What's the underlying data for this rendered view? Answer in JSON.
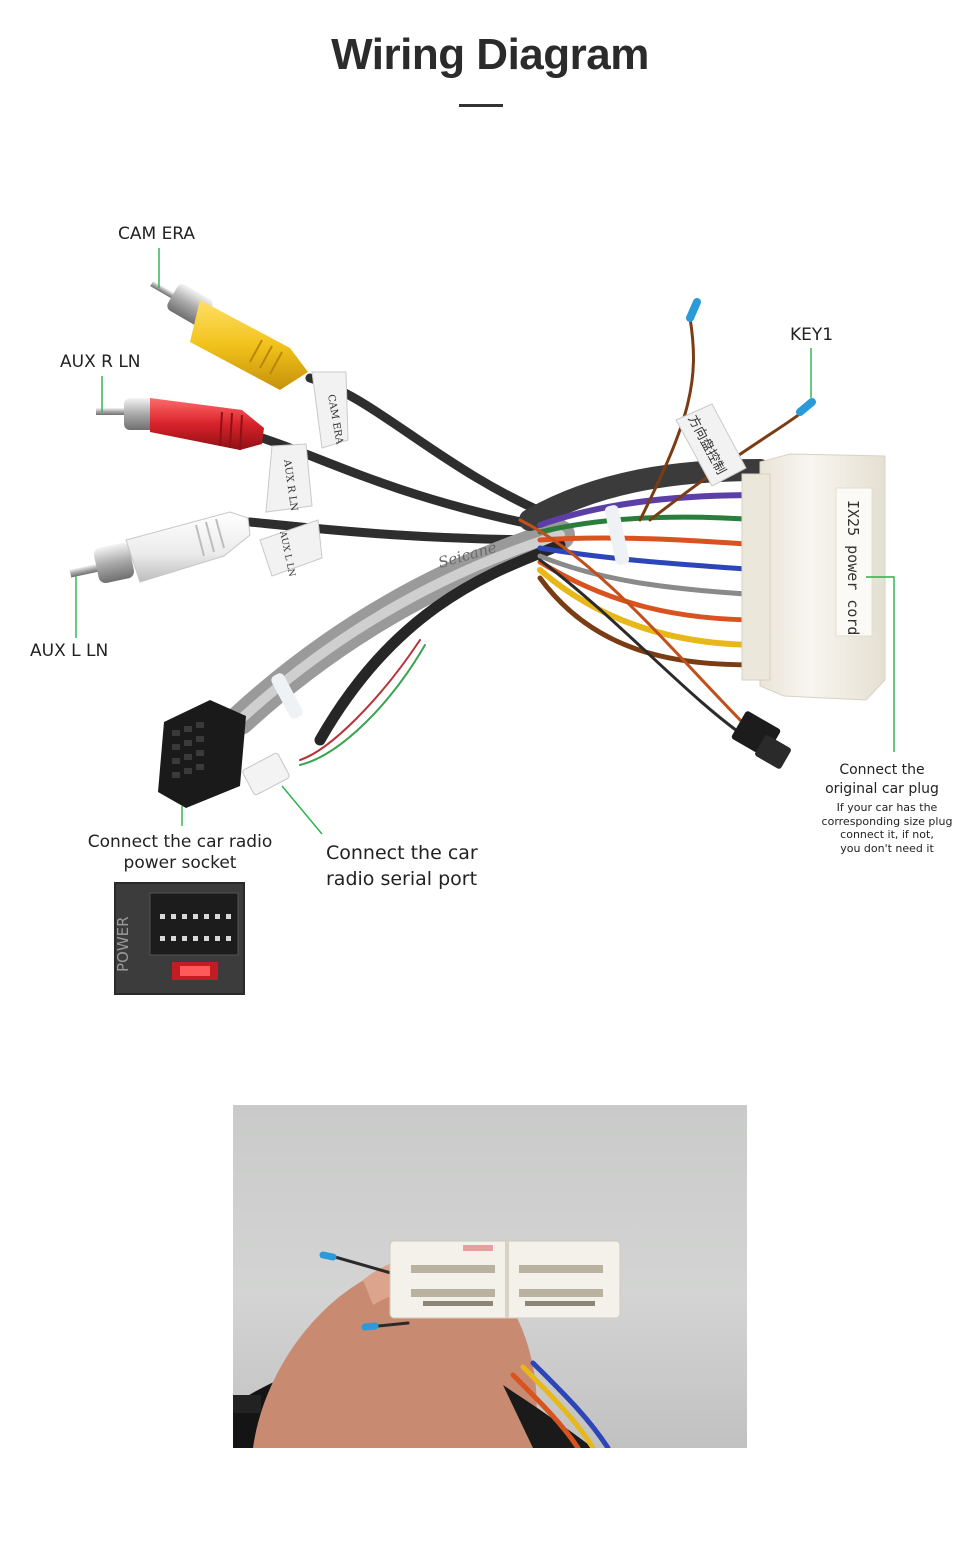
{
  "header": {
    "title": "Wiring Diagram"
  },
  "labels": {
    "camera": "CAM ERA",
    "aux_r": "AUX  R  LN",
    "aux_l": "AUX  L  LN",
    "key1": "KEY1",
    "power_socket": [
      "Connect the car radio",
      "power socket"
    ],
    "serial_port": [
      "Connect the car",
      "radio  serial port"
    ],
    "original_plug": [
      "Connect the",
      "original car plug"
    ],
    "original_plug_note": [
      "If your car has the",
      "corresponding size plug",
      "connect it, if not,",
      "you don't need it"
    ]
  },
  "cable_tags": {
    "camera": "CAM ERA",
    "aux_r": "AUX R LN",
    "aux_l": "AUX L LN",
    "steering": "方向盘控制",
    "brand": "Seicane"
  },
  "connector": {
    "print": "IX25 power cord"
  },
  "power_inset": {
    "print": "POWER"
  },
  "colors": {
    "leader_line": "#27b34a",
    "rca_yellow": "#f2c21b",
    "rca_red": "#d8222a",
    "rca_white": "#f0f0f0",
    "connector_white": "#f6f3ec",
    "wire_dark": "#2e2e2e"
  }
}
